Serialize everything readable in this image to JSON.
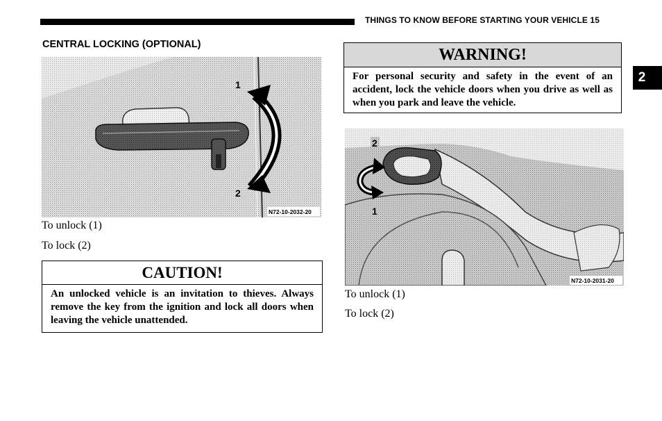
{
  "header": {
    "running_title": "THINGS TO KNOW BEFORE STARTING YOUR VEHICLE 15",
    "chapter_tab": "2"
  },
  "section": {
    "heading": "CENTRAL LOCKING (OPTIONAL)"
  },
  "figure_left": {
    "label_unlock": "1",
    "label_lock": "2",
    "ref_code": "N72-10-2032-20",
    "caption_unlock": "To unlock (1)",
    "caption_lock": "To lock (2)"
  },
  "caution": {
    "title": "CAUTION!",
    "body": "An unlocked vehicle is an invitation to thieves. Always remove the key from the ignition and lock all doors when leaving the vehicle unattended."
  },
  "warning": {
    "title": "WARNING!",
    "body": "For personal security and safety in the event of an accident, lock the vehicle doors when you drive as well as when you park and leave the vehicle."
  },
  "figure_right": {
    "label_lock": "2",
    "label_unlock": "1",
    "ref_code": "N72-10-2031-20",
    "caption_unlock": "To unlock (1)",
    "caption_lock": "To lock (2)"
  }
}
